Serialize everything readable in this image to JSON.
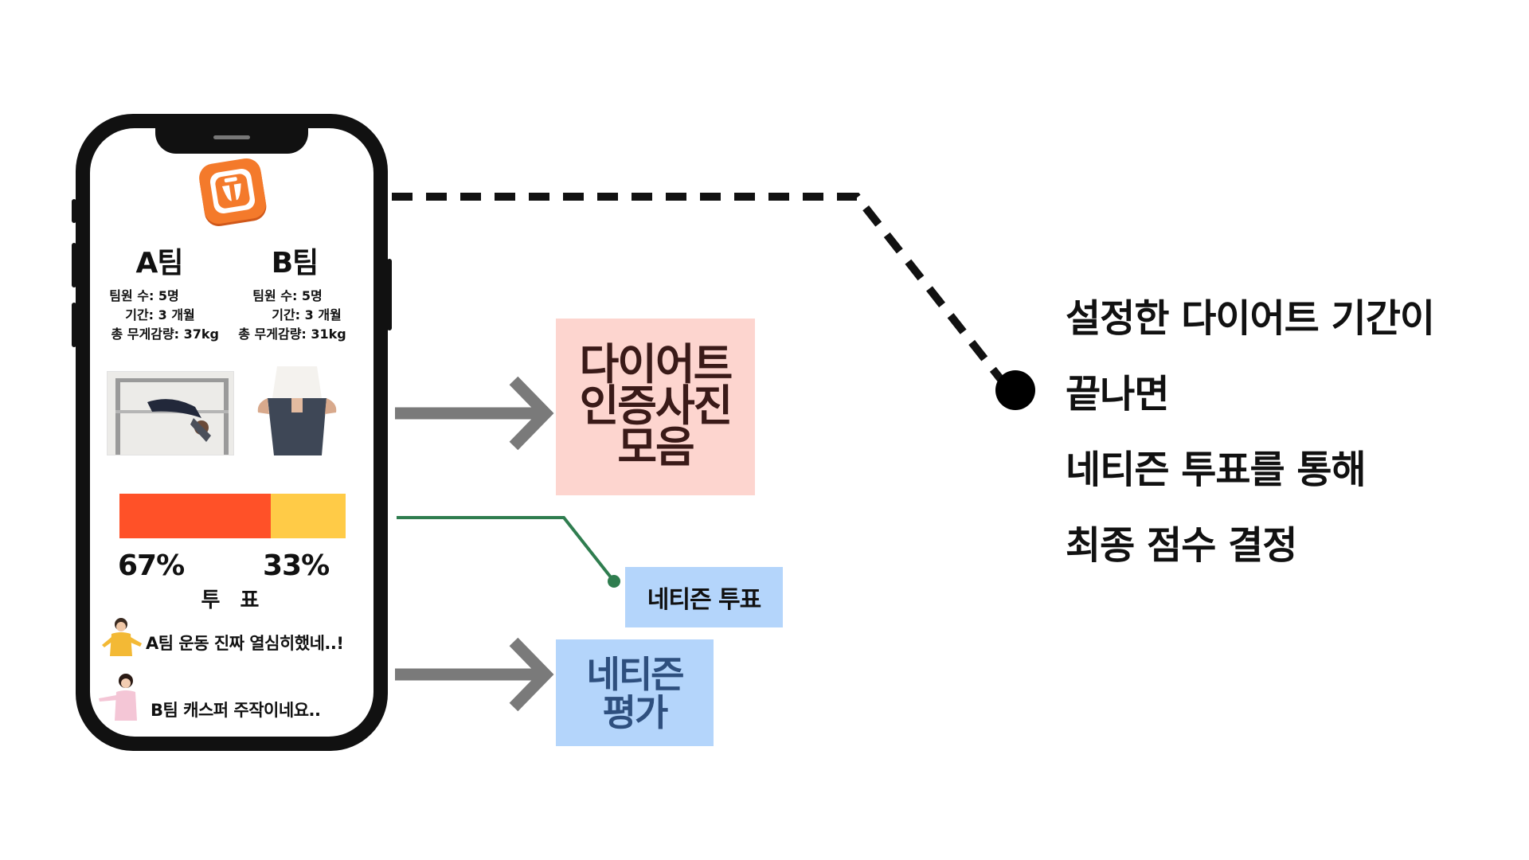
{
  "phone": {
    "team_a": {
      "name": "A팀",
      "members": "팀원 수: 5명",
      "period": "기간: 3 개월",
      "total_loss": "총 무게감량: 37kg"
    },
    "team_b": {
      "name": "B팀",
      "members": "팀원 수: 5명",
      "period": "기간: 3 개월",
      "total_loss": "총 무게감량: 31kg"
    },
    "vote": {
      "a_fraction": 0.67,
      "a_percent_label": "67%",
      "b_percent_label": "33%",
      "label": "투 표"
    },
    "comments": [
      {
        "text": "A팀 운동 진짜 열심히했네..!"
      },
      {
        "text": "B팀 캐스퍼 주작이네요.."
      }
    ]
  },
  "callouts": {
    "photos_lines": [
      "다이어트",
      "인증사진",
      "모음"
    ],
    "netizen_vote": "네티즌 투표",
    "netizen_eval_lines": [
      "네티즌",
      "평가"
    ]
  },
  "description": {
    "lines": [
      "설정한 다이어트 기간이",
      "끝나면",
      "네티즌 투표를 통해",
      "최종 점수 결정"
    ]
  },
  "colors": {
    "vote_a": "#ff5128",
    "vote_b": "#ffcb47",
    "photos_box": "#fdd5cf",
    "netizen_box": "#b4d5fb",
    "arrow": "#7a7a7a",
    "green_line": "#2f7d4f",
    "app_logo": "#f47a2b"
  },
  "icons": {
    "app_logo": "scale-icon",
    "arrow": "arrow-right-icon",
    "bullet": "dot-icon"
  }
}
